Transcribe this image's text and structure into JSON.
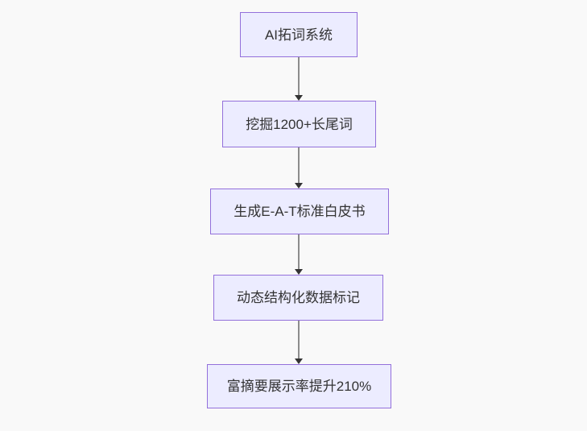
{
  "diagram": {
    "type": "flowchart-top-down",
    "nodes": [
      {
        "id": "ai-word-expansion-system",
        "label": "AI拓词系统"
      },
      {
        "id": "mine-longtail-keywords",
        "label": "挖掘1200+长尾词"
      },
      {
        "id": "generate-eat-whitepaper",
        "label": "生成E-A-T标准白皮书"
      },
      {
        "id": "dynamic-structured-data",
        "label": "动态结构化数据标记"
      },
      {
        "id": "rich-snippet-rate-up",
        "label": "富摘要展示率提升210%"
      }
    ],
    "edges": [
      {
        "from": 0,
        "to": 1
      },
      {
        "from": 1,
        "to": 2
      },
      {
        "from": 2,
        "to": 3
      },
      {
        "from": 3,
        "to": 4
      }
    ]
  },
  "colors": {
    "background": "#f9f9f9",
    "node_fill": "#ececff",
    "node_border": "#9370db",
    "node_text": "#333333",
    "edge_line": "#8c8c8c",
    "arrowhead": "#333333"
  }
}
